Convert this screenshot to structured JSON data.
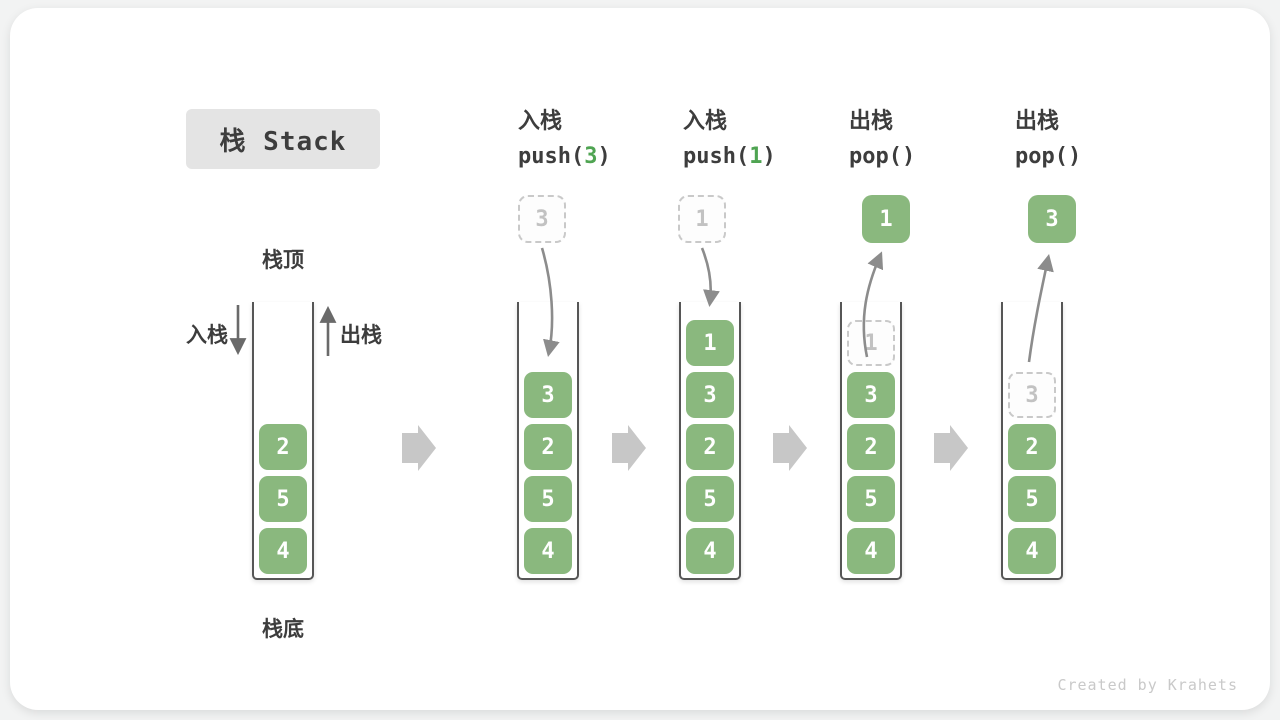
{
  "title": "栈 Stack",
  "watermark": "Created by Krahets",
  "first_stack": {
    "top_label": "栈顶",
    "bottom_label": "栈底",
    "push_label": "入栈",
    "pop_label": "出栈",
    "items": [
      "2",
      "5",
      "4"
    ]
  },
  "steps": [
    {
      "op_name": "入栈",
      "code_pre": "push(",
      "code_arg": "3",
      "code_post": ")",
      "moving": {
        "value": "3",
        "style": "dashed"
      },
      "stack": [
        {
          "value": "3",
          "ghost": false
        },
        {
          "value": "2",
          "ghost": false
        },
        {
          "value": "5",
          "ghost": false
        },
        {
          "value": "4",
          "ghost": false
        }
      ]
    },
    {
      "op_name": "入栈",
      "code_pre": "push(",
      "code_arg": "1",
      "code_post": ")",
      "moving": {
        "value": "1",
        "style": "dashed"
      },
      "stack": [
        {
          "value": "1",
          "ghost": false
        },
        {
          "value": "3",
          "ghost": false
        },
        {
          "value": "2",
          "ghost": false
        },
        {
          "value": "5",
          "ghost": false
        },
        {
          "value": "4",
          "ghost": false
        }
      ]
    },
    {
      "op_name": "出栈",
      "code_pre": "pop()",
      "code_arg": "",
      "code_post": "",
      "moving": {
        "value": "1",
        "style": "solid"
      },
      "stack": [
        {
          "value": "1",
          "ghost": true
        },
        {
          "value": "3",
          "ghost": false
        },
        {
          "value": "2",
          "ghost": false
        },
        {
          "value": "5",
          "ghost": false
        },
        {
          "value": "4",
          "ghost": false
        }
      ]
    },
    {
      "op_name": "出栈",
      "code_pre": "pop()",
      "code_arg": "",
      "code_post": "",
      "moving": {
        "value": "3",
        "style": "solid"
      },
      "stack": [
        {
          "value": "3",
          "ghost": true
        },
        {
          "value": "2",
          "ghost": false
        },
        {
          "value": "5",
          "ghost": false
        },
        {
          "value": "4",
          "ghost": false
        }
      ]
    }
  ],
  "colors": {
    "item_green": "#8ab87e",
    "code_arg_green": "#4fa452",
    "text_dark": "#3d3d3d",
    "ghost_gray": "#c9c9c9",
    "step_arrow_gray": "#c7c7c7"
  }
}
